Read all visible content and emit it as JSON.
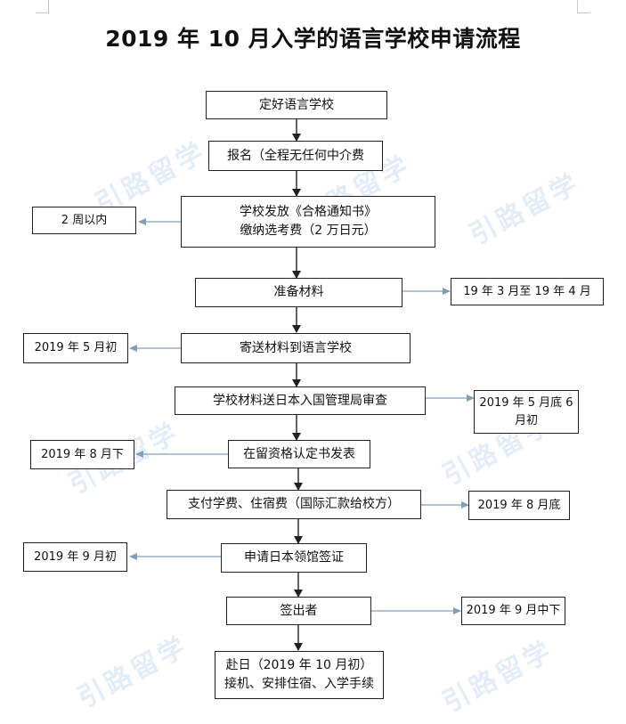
{
  "title": "2019 年 10 月入学的语言学校申请流程",
  "watermark": "引路留学",
  "steps": [
    {
      "text": "定好语言学校"
    },
    {
      "text": "报名（全程无任何中介费"
    },
    {
      "line1": "学校发放《合格通知书》",
      "line2": "缴纳选考费（2 万日元）"
    },
    {
      "text": "准备材料"
    },
    {
      "text": "寄送材料到语言学校"
    },
    {
      "text": "学校材料送日本入国管理局审查"
    },
    {
      "text": "在留资格认定书发表"
    },
    {
      "text": "支付学费、住宿费（国际汇款给校方）"
    },
    {
      "text": "申请日本领馆签证"
    },
    {
      "text": "签出者"
    },
    {
      "line1": "赴日（2019 年 10 月初）",
      "line2": "接机、安排住宿、入学手续"
    }
  ],
  "notes": [
    {
      "text": "2 周以内"
    },
    {
      "text": "19 年 3 月至 19 年 4 月"
    },
    {
      "text": "2019 年 5 月初"
    },
    {
      "line1": "2019 年 5 月底 6",
      "line2": "月初"
    },
    {
      "text": "2019 年 8 月下"
    },
    {
      "text": "2019 年 8 月底"
    },
    {
      "text": "2019 年 9 月初"
    },
    {
      "text": "2019 年 9 月中下"
    }
  ],
  "colors": {
    "main_arrow": "#222222",
    "side_arrow": "#7f9fb8",
    "watermark": "#2f7ed8"
  }
}
